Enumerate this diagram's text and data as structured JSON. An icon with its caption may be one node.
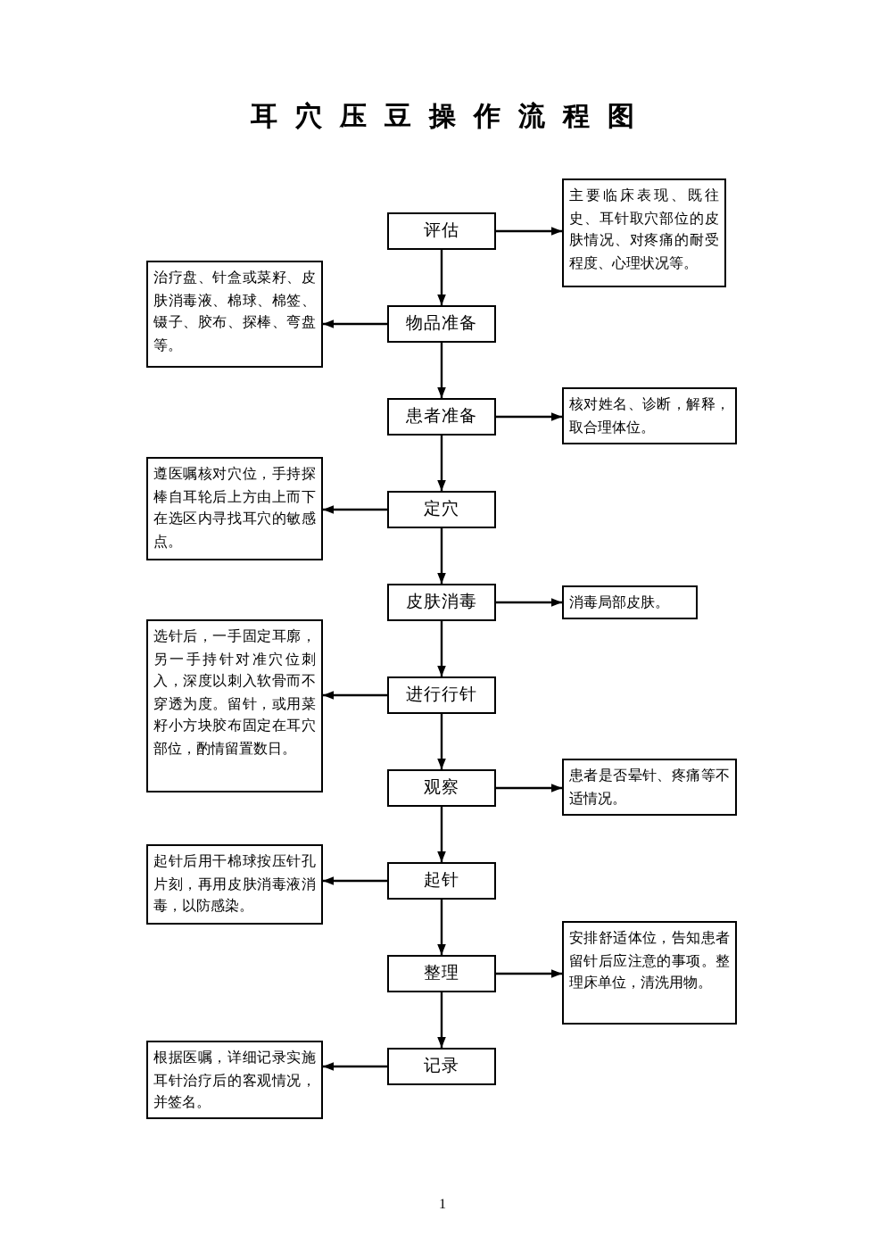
{
  "diagram": {
    "title": "耳穴压豆操作流程图",
    "nodes": [
      {
        "text": [
          "评估"
        ]
      },
      {
        "text": [
          "主要临床表现、既往史、耳针取穴部位的皮肤情况、对疼痛的耐受程度、心理状况等。"
        ]
      },
      {
        "text": [
          "物品准备"
        ]
      },
      {
        "text": [
          "治疗盘、针盒或菜籽、皮肤消毒液、棉球、棉签、镊子、胶布、探棒、弯盘等。"
        ]
      },
      {
        "text": [
          "患者准备"
        ]
      },
      {
        "text": [
          "核对姓名、诊断，解释，取合理体位。"
        ]
      },
      {
        "text": [
          "定穴"
        ]
      },
      {
        "text": [
          "遵医嘱核对穴位，手持探棒自耳轮后上方由上而下在选区内寻找耳穴的敏感点。"
        ]
      },
      {
        "text": [
          "皮肤消毒"
        ]
      },
      {
        "text": [
          "消毒局部皮肤。"
        ]
      },
      {
        "text": [
          "进行行针"
        ]
      },
      {
        "text": [
          "选针后，一手固定耳廓，另一手持针对准穴位刺入，深度以刺入软骨而不穿透为度。留针，或用菜籽小方块胶布固定在耳穴部位，酌情留置数日。"
        ]
      },
      {
        "text": [
          "观察"
        ]
      },
      {
        "text": [
          "患者是否晕针、疼痛等不适情况。"
        ]
      },
      {
        "text": [
          "起针"
        ]
      },
      {
        "text": [
          "起针后用干棉球按压针孔片刻，再用皮肤消毒液消毒，以防感染。"
        ]
      },
      {
        "text": [
          "整理"
        ]
      },
      {
        "text": [
          "安排舒适体位，告知患者留针后应注意的事项。整理床单位，清洗用物。"
        ]
      },
      {
        "text": [
          "记录"
        ]
      },
      {
        "text": [
          "根据医嘱，详细记录实施耳针治疗后的客观情况，并签名。"
        ]
      }
    ],
    "edges": [
      {
        "from": 0,
        "to": 1,
        "arrow": "to"
      },
      {
        "from": 0,
        "to": 2,
        "arrow": "to"
      },
      {
        "from": 2,
        "to": 3,
        "arrow": "to"
      },
      {
        "from": 2,
        "to": 4,
        "arrow": "to"
      },
      {
        "from": 4,
        "to": 5,
        "arrow": "to"
      },
      {
        "from": 4,
        "to": 6,
        "arrow": "to"
      },
      {
        "from": 6,
        "to": 7,
        "arrow": "to"
      },
      {
        "from": 6,
        "to": 8,
        "arrow": "to"
      },
      {
        "from": 8,
        "to": 9,
        "arrow": "to"
      },
      {
        "from": 8,
        "to": 10,
        "arrow": "to"
      },
      {
        "from": 10,
        "to": 11,
        "arrow": "to"
      },
      {
        "from": 10,
        "to": 12,
        "arrow": "to"
      },
      {
        "from": 12,
        "to": 13,
        "arrow": "to"
      },
      {
        "from": 12,
        "to": 14,
        "arrow": "to"
      },
      {
        "from": 14,
        "to": 15,
        "arrow": "to"
      },
      {
        "from": 14,
        "to": 16,
        "arrow": "to"
      },
      {
        "from": 16,
        "to": 17,
        "arrow": "to"
      },
      {
        "from": 16,
        "to": 18,
        "arrow": "to"
      },
      {
        "from": 18,
        "to": 19,
        "arrow": "to"
      }
    ],
    "labels": [
      "1"
    ]
  }
}
